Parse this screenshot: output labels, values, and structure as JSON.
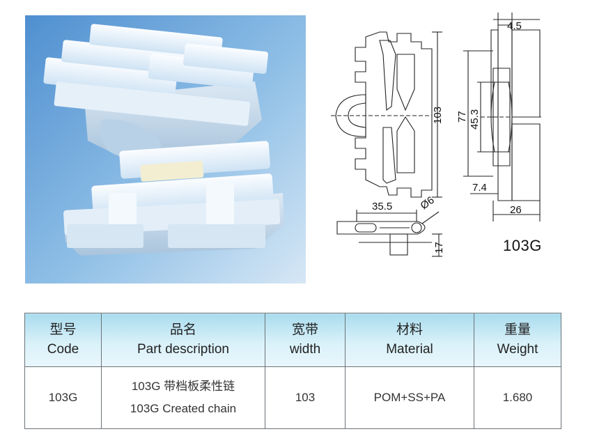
{
  "drawing": {
    "dim_top_width": "4.5",
    "dim_pitch": "103",
    "dim_height": "77",
    "dim_inner": "45.3",
    "dim_offset": "7.4",
    "dim_base": "26",
    "dim_length": "35.5",
    "dim_hole": "Ø6",
    "dim_depth": "17",
    "model_code": "103G"
  },
  "table": {
    "headers": [
      {
        "cn": "型号",
        "en": "Code"
      },
      {
        "cn": "品名",
        "en": "Part description"
      },
      {
        "cn": "宽带",
        "en": "width"
      },
      {
        "cn": "材料",
        "en": "Material"
      },
      {
        "cn": "重量",
        "en": "Weight"
      }
    ],
    "row": {
      "code": "103G",
      "desc_cn": "103G 带档板柔性链",
      "desc_en": "103G Created chain",
      "width": "103",
      "material": "POM+SS+PA",
      "weight": "1.680"
    }
  }
}
